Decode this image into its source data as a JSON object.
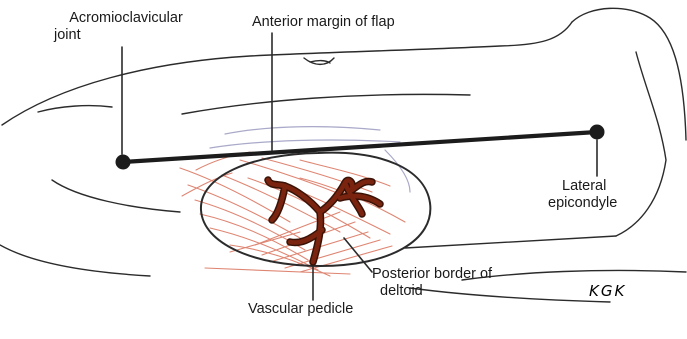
{
  "labels": {
    "acromioclavicular_line1": "Acromioclavicular",
    "acromioclavicular_line2": "joint",
    "anterior_margin": "Anterior margin of flap",
    "lateral_line1": "Lateral",
    "lateral_line2": "epicondyle",
    "posterior_line1": "Posterior border of",
    "posterior_line2": "deltoid",
    "vascular_pedicle": "Vascular pedicle",
    "signature": "KGK"
  },
  "colors": {
    "outline": "#2b2b2b",
    "muscle": "#d9705a",
    "vessel": "#7a2410",
    "vessel_edge": "#3a1206",
    "bar": "#1c1c1c",
    "faint": "#a9a9c9"
  }
}
